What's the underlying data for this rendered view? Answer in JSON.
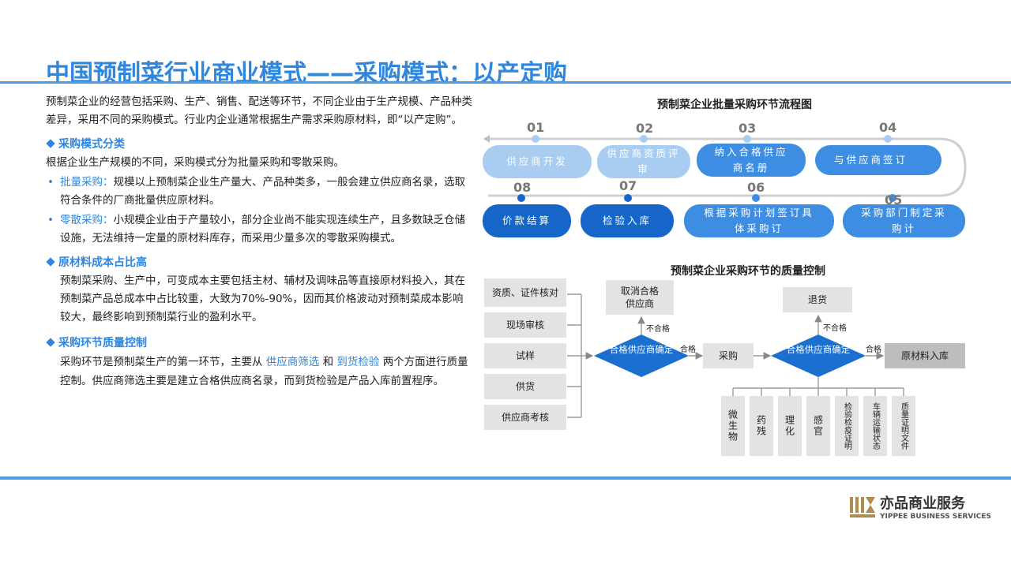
{
  "title": "中国预制菜行业商业模式——采购模式：以产定购",
  "intro": "预制菜企业的经营包括采购、生产、销售、配送等环节，不同企业由于生产规模、产品种类差异，采用不同的采购模式。行业内企业通常根据生产需求采购原材料，即“以产定购”。",
  "sec1": {
    "heading": "采购模式分类",
    "text": "根据企业生产规模的不同，采购模式分为批量采购和零散采购。",
    "b1_label": "批量采购：",
    "b1_text": "规模以上预制菜企业生产量大、产品种类多，一般会建立供应商名录，选取符合条件的厂商批量供应原材料。",
    "b2_label": "零散采购：",
    "b2_text": "小规模企业由于产量较小，部分企业尚不能实现连续生产，且多数缺乏仓储设施，无法维持一定量的原材料库存，而采用少量多次的零散采购模式。"
  },
  "sec2": {
    "heading": "原材料成本占比高",
    "text": "预制菜采购、生产中，可变成本主要包括主材、辅材及调味品等直接原材料投入，其在预制菜产品总成本中占比较重，大致为70%-90%，因而其价格波动对预制菜成本影响较大，最终影响到预制菜行业的盈利水平。"
  },
  "sec3": {
    "heading": "采购环节质量控制",
    "t1": "采购环节是预制菜生产的第一环节，主要从",
    "h1": "供应商筛选",
    "t2": "和",
    "h2": "到货检验",
    "t3": "两个方面进行质量控制。供应商筛选主要是建立合格供应商名录，而到货检验是产品入库前置程序。"
  },
  "flow": {
    "title": "预制菜企业批量采购环节流程图",
    "steps": [
      {
        "num": "01",
        "label": "供应商开发"
      },
      {
        "num": "02",
        "label": "供应商资质评审"
      },
      {
        "num": "03",
        "label": "纳入合格供应商名册"
      },
      {
        "num": "04",
        "label": "与供应商签订"
      },
      {
        "num": "05",
        "label": "采购部门制定采购计"
      },
      {
        "num": "06",
        "label": "根据采购计划签订具体采购订"
      },
      {
        "num": "07",
        "label": "检验入库"
      },
      {
        "num": "08",
        "label": "价款结算"
      }
    ]
  },
  "qc": {
    "title": "预制菜企业采购环节的质量控制",
    "left_items": [
      "资质、证件核对",
      "现场审核",
      "试样",
      "供货",
      "供应商考核"
    ],
    "cancel": "取消合格供应商",
    "diamond1": "合格供应商确定",
    "fail1": "不合格",
    "pass1": "合格",
    "purchase": "采购",
    "return": "退货",
    "diamond2": "合格供应商确定",
    "fail2": "不合格",
    "pass2": "合格",
    "storage": "原材料入库",
    "checks": [
      "微生物",
      "药残",
      "理化",
      "感官",
      "检验检疫证明",
      "车辆运输状态",
      "质量证明文件"
    ]
  },
  "logo": {
    "cn": "亦品商业服务",
    "en": "YIPPEE BUSINESS SERVICES"
  },
  "colors": {
    "accent": "#2e86de",
    "pill_light": "#a9cdf0",
    "pill_mid": "#3d8ee3",
    "pill_dark": "#1566c8",
    "diamond": "#1a6fd1",
    "gray_box": "#e3e3e3"
  }
}
